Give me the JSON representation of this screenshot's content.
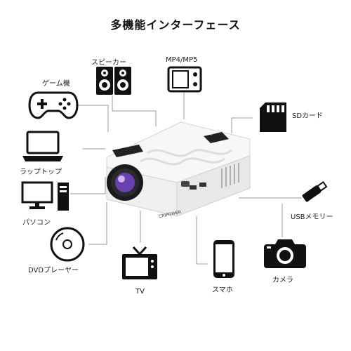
{
  "title": "多機能インターフェース",
  "colors": {
    "icon": "#111111",
    "line": "#9a9a9a",
    "projector_body": "#f4f4f4",
    "lens_accent": "#6a3fb0"
  },
  "projector": {
    "brand": "CRIPOWER",
    "top_logo": "CRIPOWER"
  },
  "devices": {
    "game": {
      "label": "ゲーム機",
      "icon": "gamepad-icon"
    },
    "speaker": {
      "label": "スピーカー",
      "icon": "speaker-icon"
    },
    "mp4": {
      "label": "MP4/MP5",
      "icon": "mp4-player-icon"
    },
    "sd": {
      "label": "SDカード",
      "icon": "sd-card-icon"
    },
    "laptop": {
      "label": "ラップトップ",
      "icon": "laptop-icon"
    },
    "pc": {
      "label": "パソコン",
      "icon": "desktop-pc-icon"
    },
    "usb": {
      "label": "USBメモリー",
      "icon": "usb-stick-icon"
    },
    "dvd": {
      "label": "DVDプレーヤー",
      "icon": "dvd-disc-icon"
    },
    "tv": {
      "label": "TV",
      "icon": "tv-icon"
    },
    "phone": {
      "label": "スマホ",
      "icon": "smartphone-icon"
    },
    "camera": {
      "label": "カメラ",
      "icon": "camera-icon"
    }
  }
}
